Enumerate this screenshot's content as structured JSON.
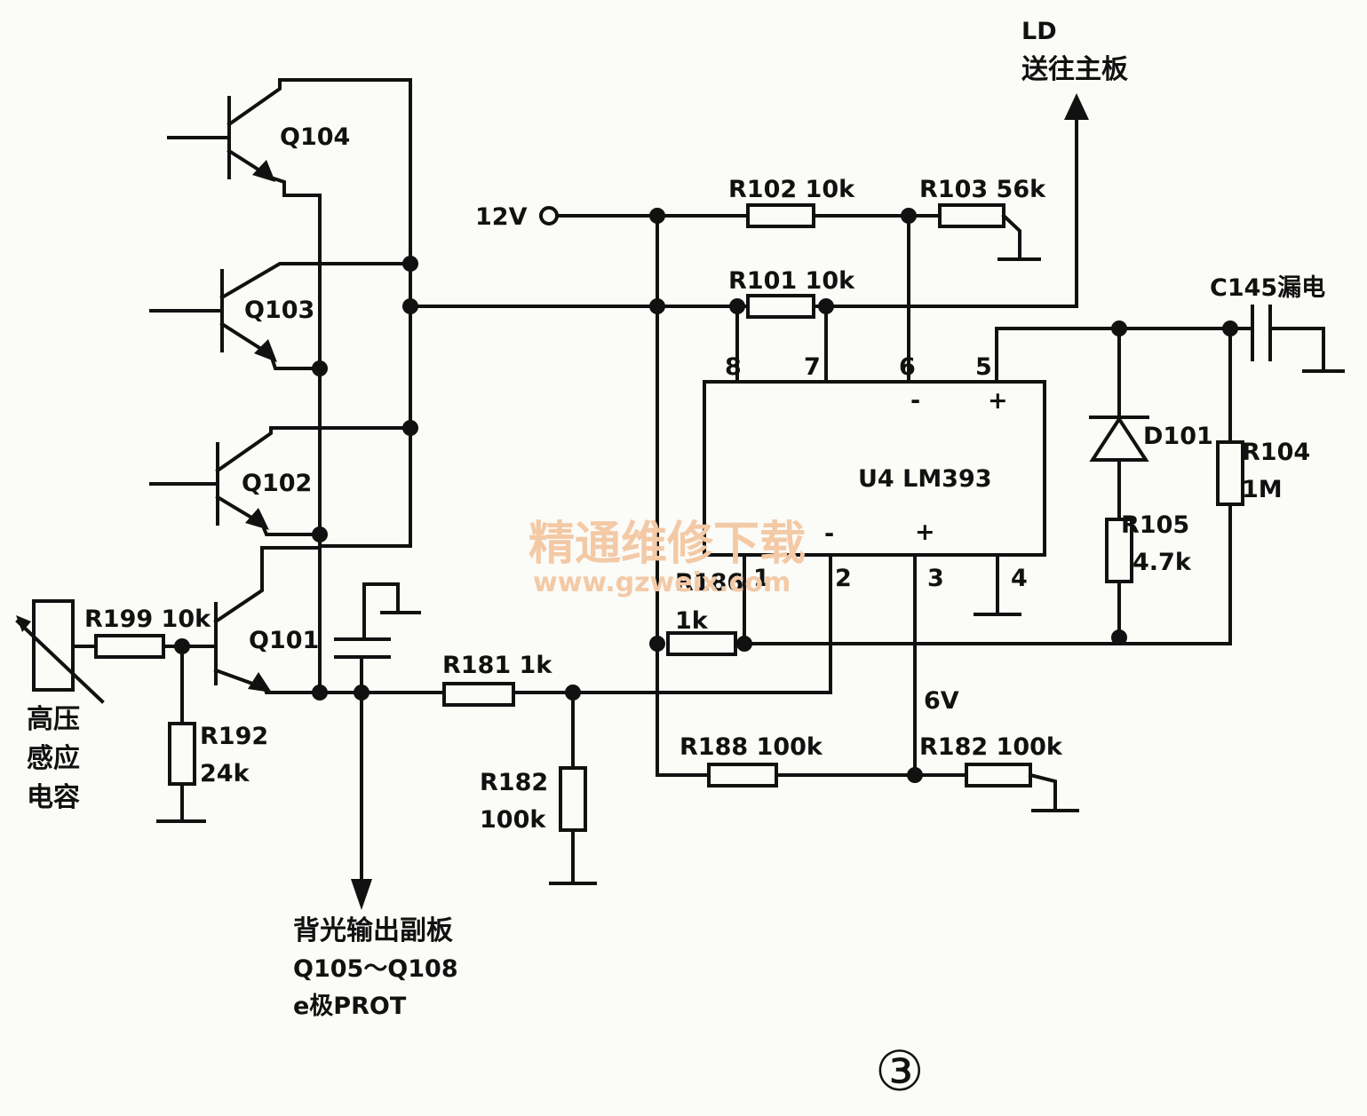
{
  "components": {
    "q104": "Q104",
    "q103": "Q103",
    "q102": "Q102",
    "q101": "Q101",
    "r199": "R199  10k",
    "r192_name": "R192",
    "r192_value": "24k",
    "r181": "R181  1k",
    "r182a_name": "R182",
    "r182a_value": "100k",
    "r186_name": "R186",
    "r186_value": "1k",
    "r188": "R188  100k",
    "r182b": "R182  100k",
    "r102": "R102  10k",
    "r103": "R103  56k",
    "r101": "R101  10k",
    "u4": "U4  LM393",
    "d101": "D101",
    "r105_name": "R105",
    "r105_value": "4.7k",
    "r104_name": "R104",
    "r104_value": "1M",
    "c145": "C145漏电"
  },
  "pins": {
    "p8": "8",
    "p7": "7",
    "p6": "6",
    "p5": "5",
    "p1": "1",
    "p2": "2",
    "p3": "3",
    "p4": "4",
    "minus6": "-",
    "plus5": "+",
    "minus2": "-",
    "plus3": "+"
  },
  "nets": {
    "v12": "12V",
    "v6": "6V",
    "ld": "LD",
    "to_main_board": "送往主板"
  },
  "notes": {
    "hv_cap": [
      "高压",
      "感应",
      "电容"
    ],
    "backlight": [
      "背光输出副板",
      "Q105～Q108",
      "e极PROT"
    ]
  },
  "figure_number": "③",
  "watermark": {
    "text": "精通维修下载",
    "url": "www.gzweix.com"
  }
}
